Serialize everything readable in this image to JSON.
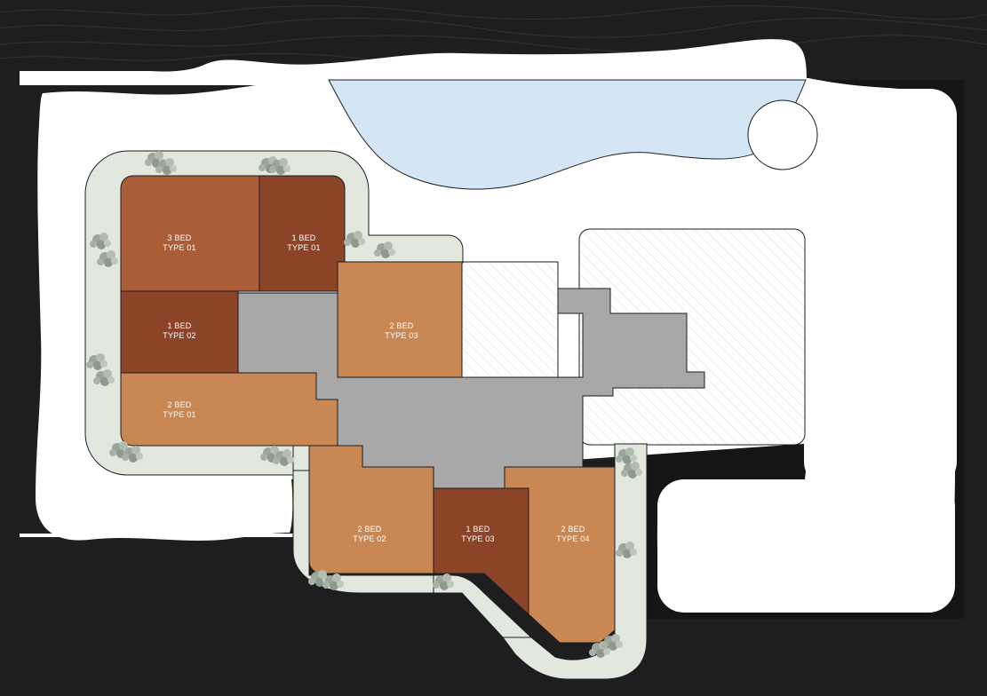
{
  "colors": {
    "background": "#1e1d1f",
    "site": "#ffffff",
    "water": "#d4e6f5",
    "garden": "#e3e8df",
    "corridor": "#a8a8a8",
    "unit_dark": "#8b4428",
    "unit_medium": "#a95e37",
    "unit_light": "#c98753",
    "hatch": "#d8d8d8"
  },
  "units": [
    {
      "id": "3bed-type01",
      "line1": "3 BED",
      "line2": "TYPE 01"
    },
    {
      "id": "1bed-type01",
      "line1": "1 BED",
      "line2": "TYPE 01"
    },
    {
      "id": "1bed-type02",
      "line1": "1 BED",
      "line2": "TYPE 02"
    },
    {
      "id": "2bed-type03",
      "line1": "2 BED",
      "line2": "TYPE 03"
    },
    {
      "id": "2bed-type01",
      "line1": "2 BED",
      "line2": "TYPE 01"
    },
    {
      "id": "2bed-type02",
      "line1": "2 BED",
      "line2": "TYPE 02"
    },
    {
      "id": "1bed-type03",
      "line1": "1 BED",
      "line2": "TYPE 03"
    },
    {
      "id": "2bed-type04",
      "line1": "2 BED",
      "line2": "TYPE 04"
    }
  ]
}
